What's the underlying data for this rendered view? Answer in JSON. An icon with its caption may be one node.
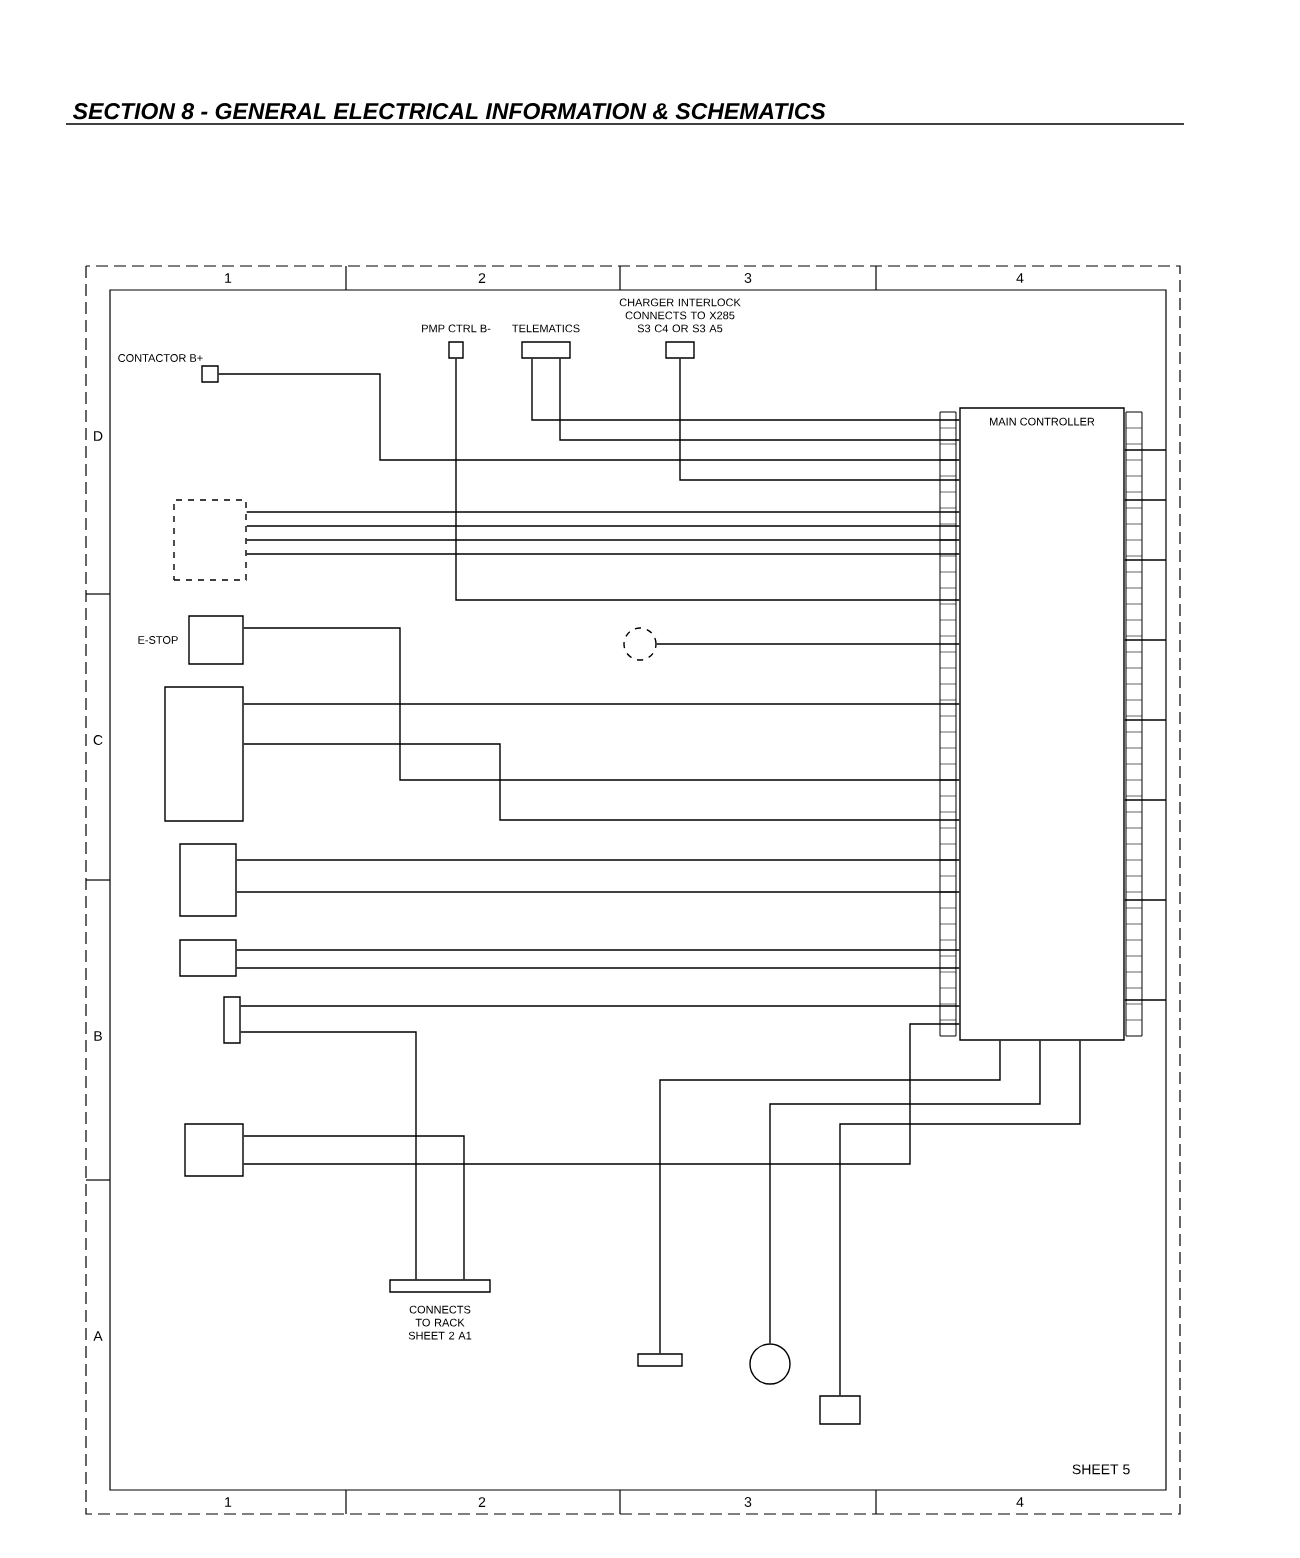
{
  "diagram": {
    "title": "SECTION 8 - GENERAL ELECTRICAL INFORMATION & SCHEMATICS",
    "nodes": [
      {
        "text": [
          "CONTACTOR B+"
        ]
      },
      {
        "text": [
          "PMP CTRL B-"
        ]
      },
      {
        "text": [
          "TELEMATICS"
        ]
      },
      {
        "text": [
          "CHARGER INTERLOCK CONNECTS TO X285 S3 C4 OR S3 A5"
        ]
      },
      {
        "text": [
          "MAIN CONTROLLER"
        ]
      },
      {
        "text": [
          "E-STOP"
        ]
      },
      {
        "text": [],
        "shape": "box"
      },
      {
        "text": [],
        "shape": "box"
      },
      {
        "text": [],
        "shape": "box"
      },
      {
        "text": [],
        "shape": "box"
      },
      {
        "text": [],
        "shape": "box"
      },
      {
        "text": [],
        "shape": "box"
      },
      {
        "text": [
          "CONNECTS TO RACK SHEET 2 A1"
        ]
      },
      {
        "text": [],
        "shape": "circle"
      },
      {
        "text": [],
        "shape": "box"
      },
      {
        "text": [],
        "shape": "circle"
      },
      {
        "text": [],
        "shape": "box"
      }
    ],
    "edges": [
      {
        "from": 0,
        "to": 4,
        "arrow": "none"
      },
      {
        "from": 1,
        "to": 4,
        "arrow": "none"
      },
      {
        "from": 2,
        "to": 4,
        "arrow": "none"
      },
      {
        "from": 2,
        "to": 4,
        "arrow": "none"
      },
      {
        "from": 3,
        "to": 4,
        "arrow": "none"
      },
      {
        "from": 6,
        "to": 4,
        "arrow": "none"
      },
      {
        "from": 6,
        "to": 4,
        "arrow": "none"
      },
      {
        "from": 6,
        "to": 4,
        "arrow": "none"
      },
      {
        "from": 6,
        "to": 4,
        "arrow": "none"
      },
      {
        "from": 5,
        "to": 4,
        "arrow": "none"
      },
      {
        "from": 7,
        "to": 4,
        "arrow": "none"
      },
      {
        "from": 7,
        "to": 4,
        "arrow": "none"
      },
      {
        "from": 8,
        "to": 4,
        "arrow": "none"
      },
      {
        "from": 8,
        "to": 4,
        "arrow": "none"
      },
      {
        "from": 9,
        "to": 4,
        "arrow": "none"
      },
      {
        "from": 9,
        "to": 4,
        "arrow": "none"
      },
      {
        "from": 10,
        "to": 4,
        "arrow": "none"
      },
      {
        "from": 10,
        "to": 12,
        "arrow": "none"
      },
      {
        "from": 11,
        "to": 12,
        "arrow": "none"
      },
      {
        "from": 11,
        "to": 4,
        "arrow": "none"
      },
      {
        "from": 13,
        "to": 4,
        "arrow": "none"
      },
      {
        "from": 14,
        "to": 4,
        "arrow": "none"
      },
      {
        "from": 15,
        "to": 4,
        "arrow": "none"
      },
      {
        "from": 16,
        "to": 4,
        "arrow": "none"
      },
      {
        "from": 4,
        "to": null,
        "arrow": "none"
      },
      {
        "from": 4,
        "to": null,
        "arrow": "none"
      },
      {
        "from": 4,
        "to": null,
        "arrow": "none"
      },
      {
        "from": 4,
        "to": null,
        "arrow": "none"
      },
      {
        "from": 4,
        "to": null,
        "arrow": "none"
      },
      {
        "from": 4,
        "to": null,
        "arrow": "none"
      },
      {
        "from": 4,
        "to": null,
        "arrow": "none"
      },
      {
        "from": 4,
        "to": null,
        "arrow": "none"
      }
    ],
    "labels": [
      "1",
      "2",
      "3",
      "4",
      "D",
      "C",
      "B",
      "A",
      "SHEET 5",
      "1",
      "2",
      "3",
      "4"
    ]
  }
}
